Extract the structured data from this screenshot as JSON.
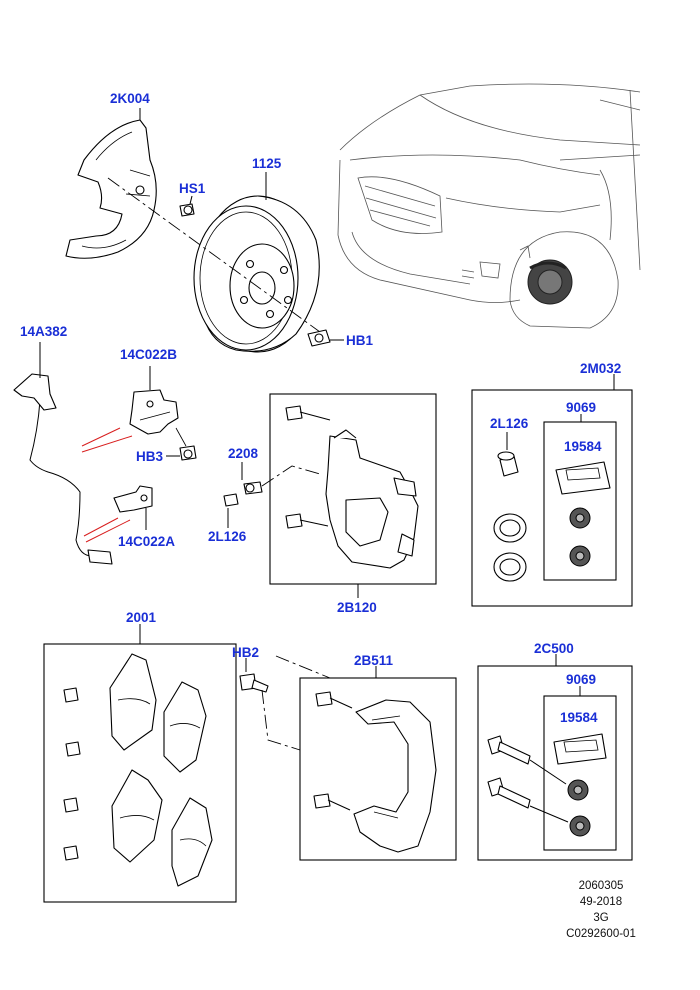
{
  "labels": {
    "splash_shield": "2K004",
    "screw_hs1": "HS1",
    "disc": "1125",
    "screw_hb1": "HB1",
    "sensor": "14A382",
    "bracket_upper": "14C022B",
    "bolt_hb3": "HB3",
    "bracket_lower": "14C022A",
    "caliper_bolt_2208": "2208",
    "bleed_cap_left": "2L126",
    "caliper_assembly": "2B120",
    "seal_kit": "2M032",
    "kit_9069_top": "9069",
    "bleed_cap_kit": "2L126",
    "grease_top": "19584",
    "pad_set": "2001",
    "bolt_hb2": "HB2",
    "caliper_carrier": "2B511",
    "guide_pin_kit": "2C500",
    "kit_9069_bottom": "9069",
    "grease_bottom": "19584"
  },
  "meta": {
    "line1": "2060305",
    "line2": "49-2018",
    "line3": "3G",
    "line4": "C0292600-01"
  },
  "colors": {
    "label": "#1a2fd6",
    "callout_highlight": "#d81e1e"
  }
}
